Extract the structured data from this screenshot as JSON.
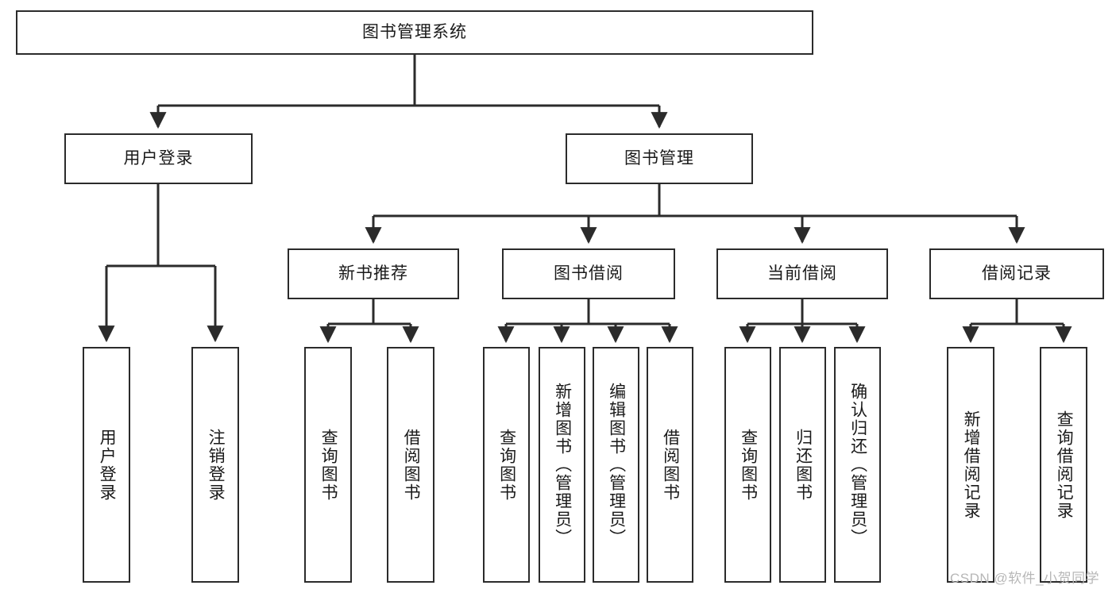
{
  "diagram": {
    "title": "图书管理系统",
    "watermark": "CSDN @软件_小贺同学",
    "stroke_color": "#2b2b2b",
    "fill_color": "#ffffff",
    "text_color": "#1a1a1a",
    "watermark_color": "#b7b7b7",
    "root": {
      "label": "图书管理系统"
    },
    "level1": [
      {
        "label": "用户登录"
      },
      {
        "label": "图书管理"
      }
    ],
    "level2": [
      {
        "label": "新书推荐"
      },
      {
        "label": "图书借阅"
      },
      {
        "label": "当前借阅"
      },
      {
        "label": "借阅记录"
      }
    ],
    "leaves": {
      "user_login": [
        {
          "label": "用户登录"
        },
        {
          "label": "注销登录"
        }
      ],
      "new_book": [
        {
          "label": "查询图书"
        },
        {
          "label": "借阅图书"
        }
      ],
      "book_borrow": [
        {
          "label": "查询图书"
        },
        {
          "label": "新增图书（管理员）"
        },
        {
          "label": "编辑图书（管理员）"
        },
        {
          "label": "借阅图书"
        }
      ],
      "current_borrow": [
        {
          "label": "查询图书"
        },
        {
          "label": "归还图书"
        },
        {
          "label": "确认归还（管理员）"
        }
      ],
      "borrow_record": [
        {
          "label": "新增借阅记录"
        },
        {
          "label": "查询借阅记录"
        }
      ]
    }
  }
}
